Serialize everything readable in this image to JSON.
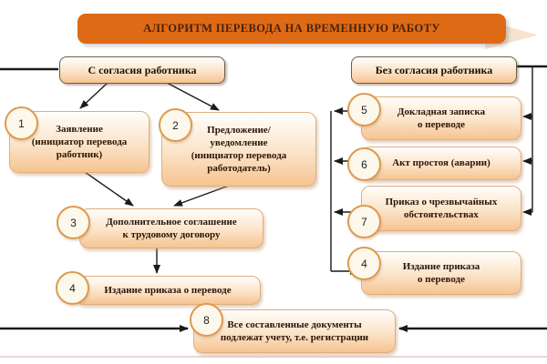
{
  "title": "АЛГОРИТМ ПЕРЕВОДА НА ВРЕМЕННУЮ РАБОТУ",
  "left_column": {
    "header": "С согласия работника",
    "box1": {
      "num": "1",
      "lines": [
        "Заявление",
        "(инициатор перевода",
        "работник)"
      ]
    },
    "box2": {
      "num": "2",
      "lines": [
        "Предложение/",
        "уведомление",
        "(инициатор перевода",
        "работодатель)"
      ]
    },
    "box3": {
      "num": "3",
      "lines": [
        "Дополнительное соглашение",
        "к трудовому договору"
      ]
    },
    "box4": {
      "num": "4",
      "lines": [
        "Издание приказа о переводе"
      ]
    }
  },
  "right_column": {
    "header": "Без согласия работника",
    "box5": {
      "num": "5",
      "lines": [
        "Докладная записка",
        "о переводе"
      ]
    },
    "box6": {
      "num": "6",
      "lines": [
        "Акт простоя (аварии)"
      ]
    },
    "box7": {
      "num": "7",
      "lines": [
        "Приказ о чрезвычайных",
        "обстоятельствах"
      ]
    },
    "box4": {
      "num": "4",
      "lines": [
        "Издание приказа",
        "о переводе"
      ]
    }
  },
  "footer": {
    "box8": {
      "num": "8",
      "lines": [
        "Все составленные документы",
        "подлежат учету, т.е. регистрации"
      ]
    }
  },
  "colors": {
    "banner": "#DF6A15",
    "banner_text": "#46220C",
    "banner_tail": "#F7E3D1",
    "box_fill_top": "#FFFEFB",
    "box_fill_bottom": "#F6C491",
    "box_border": "#DFAE7E",
    "header_border": "#6E5B49",
    "circle_fill": "#FDF8EC",
    "circle_border": "#DE9A4D",
    "text": "#2B1606",
    "connector": "#1A1A1A"
  }
}
